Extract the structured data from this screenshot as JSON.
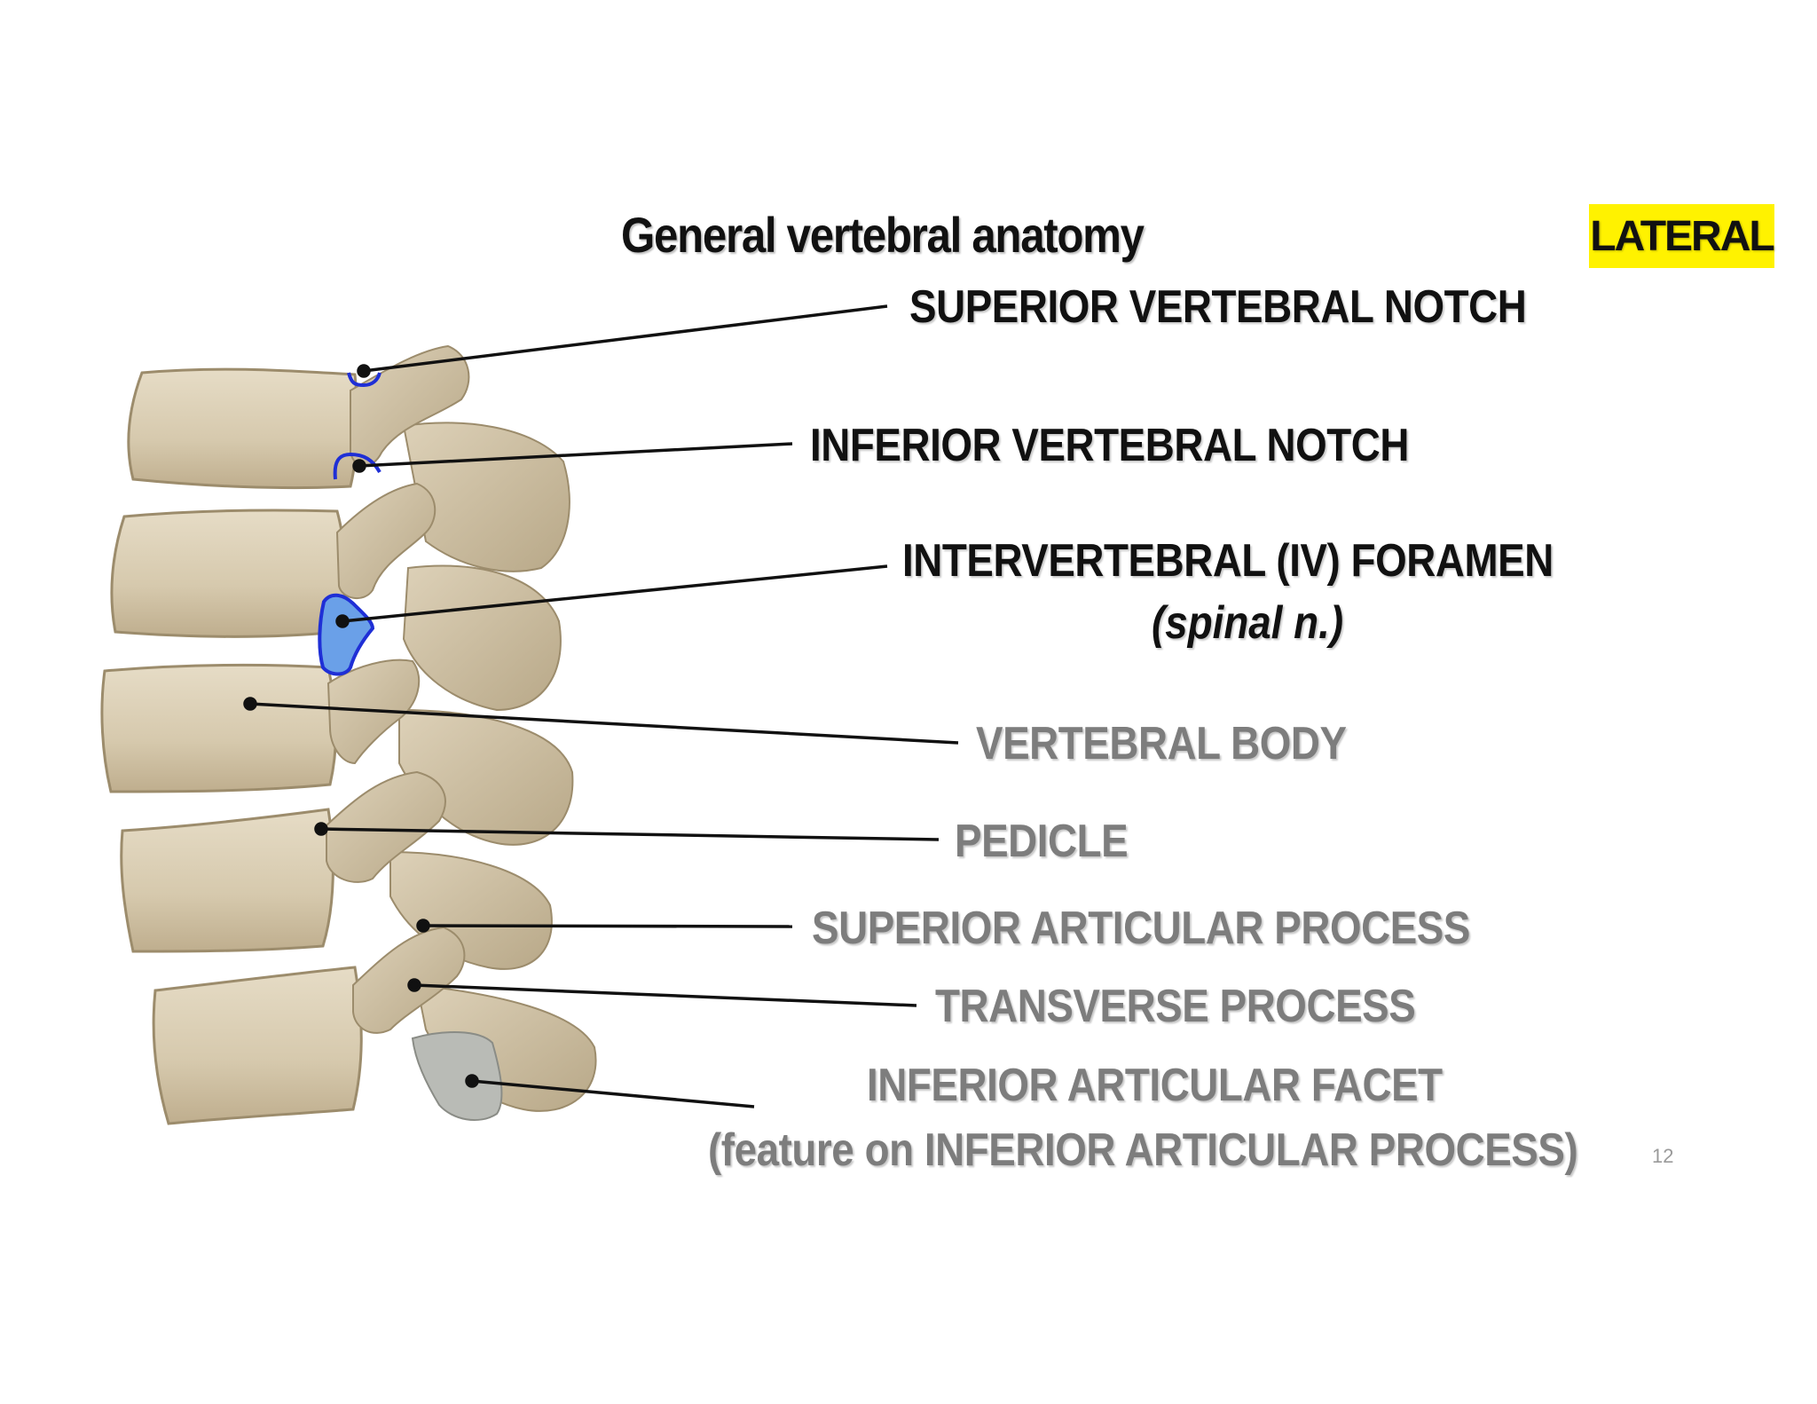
{
  "title": "General vertebral anatomy",
  "view_badge": "LATERAL",
  "labels": {
    "superior_vertebral_notch": "SUPERIOR VERTEBRAL NOTCH",
    "inferior_vertebral_notch": "INFERIOR VERTEBRAL NOTCH",
    "intervertebral_foramen": "INTERVERTEBRAL (IV) FORAMEN",
    "intervertebral_foramen_note": "(spinal n.)",
    "vertebral_body": "VERTEBRAL BODY",
    "pedicle": "PEDICLE",
    "superior_articular_process": "SUPERIOR ARTICULAR PROCESS",
    "transverse_process": "TRANSVERSE PROCESS",
    "inferior_articular_facet": "INFERIOR ARTICULAR FACET",
    "inferior_articular_facet_note": "(feature on INFERIOR ARTICULAR PROCESS)"
  },
  "page_number": "12",
  "colors": {
    "badge": "#fff200",
    "bone": "#d8ccb2",
    "bone_shadow": "#b3a385",
    "highlight_fill": "#6aa0e8",
    "highlight_stroke": "#1f2fd6",
    "facet": "#b9bbb6",
    "label_dark": "#111111",
    "label_grey": "#7d7d7d"
  }
}
